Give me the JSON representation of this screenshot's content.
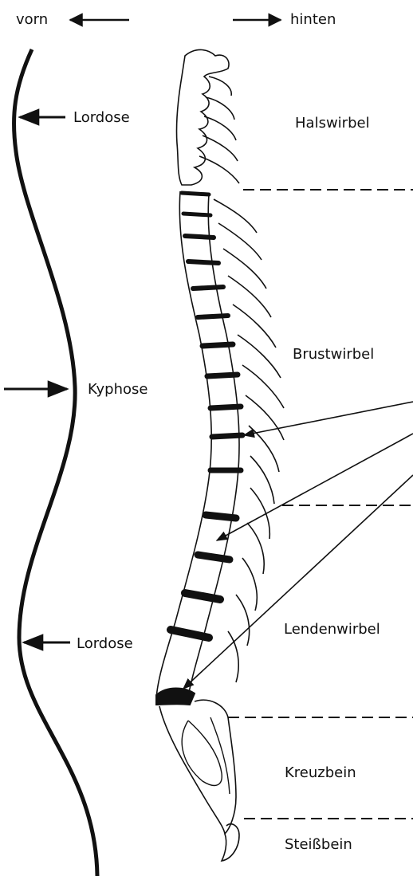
{
  "directions": {
    "front": "vorn",
    "back": "hinten"
  },
  "curvature": {
    "upper": "Lordose",
    "middle": "Kyphose",
    "lower": "Lordose"
  },
  "regions": {
    "cervical": "Halswirbel",
    "thoracic": "Brustwirbel",
    "lumbar": "Lendenwirbel",
    "sacrum": "Kreuzbein",
    "coccyx": "Steißbein"
  },
  "colors": {
    "ink": "#111111",
    "background": "#ffffff"
  }
}
